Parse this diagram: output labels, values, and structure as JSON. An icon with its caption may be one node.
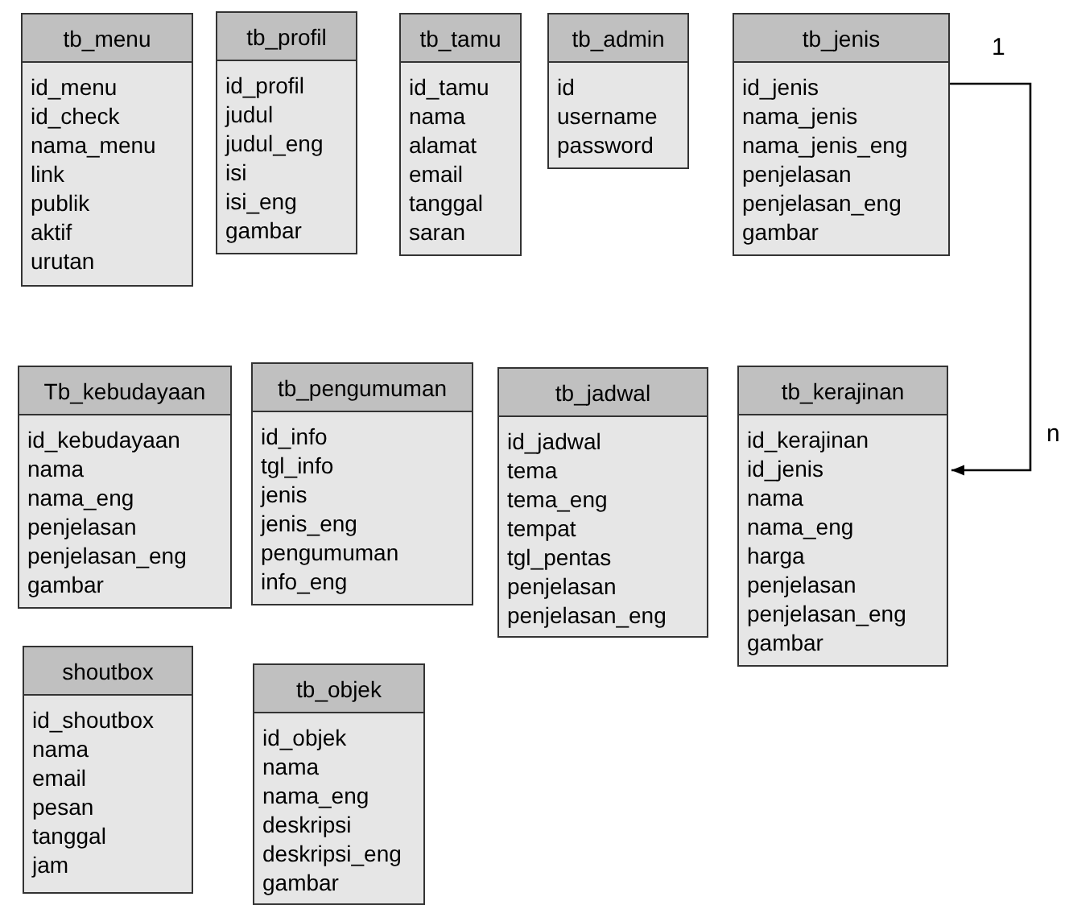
{
  "diagram": {
    "nodes": [
      {
        "text": [
          "tb_menu",
          "id_menu",
          "id_check",
          "nama_menu",
          "link",
          "publik",
          "aktif",
          "urutan"
        ]
      },
      {
        "text": [
          "tb_profil",
          "id_profil",
          "judul",
          "judul_eng",
          "isi",
          "isi_eng",
          "gambar"
        ]
      },
      {
        "text": [
          "tb_tamu",
          "id_tamu",
          "nama",
          "alamat",
          "email",
          "tanggal",
          "saran"
        ]
      },
      {
        "text": [
          "tb_admin",
          "id",
          "username",
          "password"
        ]
      },
      {
        "text": [
          "tb_jenis",
          "id_jenis",
          "nama_jenis",
          "nama_jenis_eng",
          "penjelasan",
          "penjelasan_eng",
          "gambar"
        ]
      },
      {
        "text": [
          "Tb_kebudayaan",
          "id_kebudayaan",
          "nama",
          "nama_eng",
          "penjelasan",
          "penjelasan_eng",
          "gambar"
        ]
      },
      {
        "text": [
          "tb_pengumuman",
          "id_info",
          "tgl_info",
          "jenis",
          "jenis_eng",
          "pengumuman",
          "info_eng"
        ]
      },
      {
        "text": [
          "tb_jadwal",
          "id_jadwal",
          "tema",
          "tema_eng",
          "tempat",
          "tgl_pentas",
          "penjelasan",
          "penjelasan_eng"
        ]
      },
      {
        "text": [
          "tb_kerajinan",
          "id_kerajinan",
          "id_jenis",
          "nama",
          "nama_eng",
          "harga",
          "penjelasan",
          "penjelasan_eng",
          "gambar"
        ]
      },
      {
        "text": [
          "shoutbox",
          "id_shoutbox",
          "nama",
          "email",
          "pesan",
          "tanggal",
          "jam"
        ]
      },
      {
        "text": [
          "tb_objek",
          "id_objek",
          "nama",
          "nama_eng",
          "deskripsi",
          "deskripsi_eng",
          "gambar"
        ]
      }
    ],
    "edges": [
      {
        "from": 4,
        "to": 8,
        "arrow": "to"
      }
    ],
    "labels": [
      "1",
      "n"
    ]
  }
}
